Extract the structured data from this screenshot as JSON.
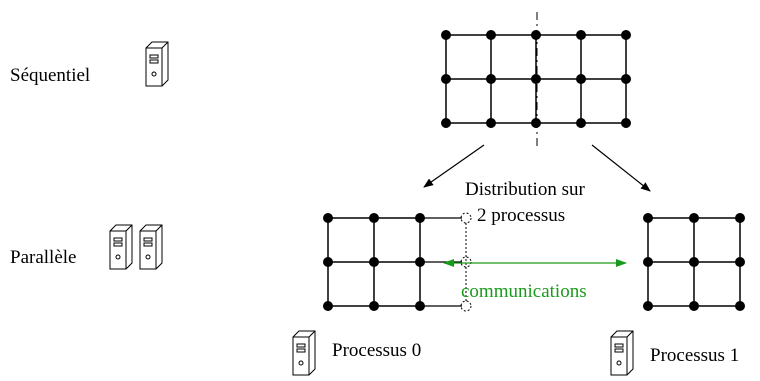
{
  "labels": {
    "sequential": "Séquentiel",
    "parallel": "Parallèle",
    "distribution_line1": "Distribution sur",
    "distribution_line2": "2 processus",
    "communications": "communications",
    "process0": "Processus 0",
    "process1": "Processus 1"
  },
  "grids": {
    "full_grid": {
      "columns": 5,
      "rows": 3
    },
    "process0_grid": {
      "columns": 3,
      "rows": 3,
      "ghost_column": true
    },
    "process1_grid": {
      "columns": 3,
      "rows": 3
    }
  },
  "icons": {
    "computer": "computer-tower-icon"
  },
  "colors": {
    "line": "#000000",
    "node": "#000000",
    "communication": "#1a9a1a"
  }
}
